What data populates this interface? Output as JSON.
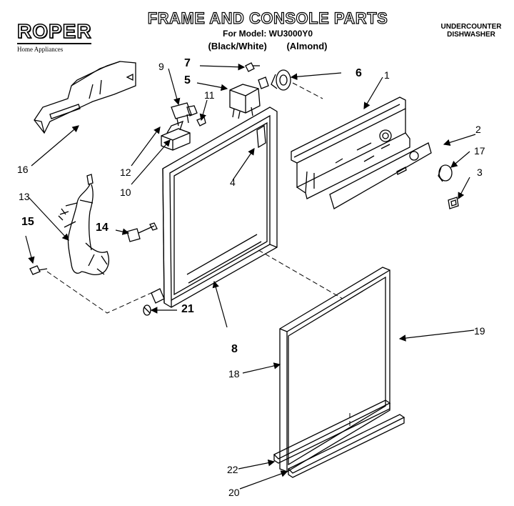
{
  "brand": {
    "name": "ROPER",
    "subtitle": "Home Appliances"
  },
  "header": {
    "title": "FRAME AND CONSOLE PARTS",
    "model_line": "For Model: WU3000Y0",
    "variants": [
      "(Black/White)",
      "(Almond)"
    ],
    "category": [
      "UNDERCOUNTER",
      "DISHWASHER"
    ]
  },
  "callouts": [
    "1",
    "2",
    "3",
    "4",
    "5",
    "6",
    "7",
    "8",
    "9",
    "10",
    "11",
    "12",
    "13",
    "14",
    "15",
    "16",
    "17",
    "18",
    "19",
    "20",
    "21",
    "22"
  ]
}
